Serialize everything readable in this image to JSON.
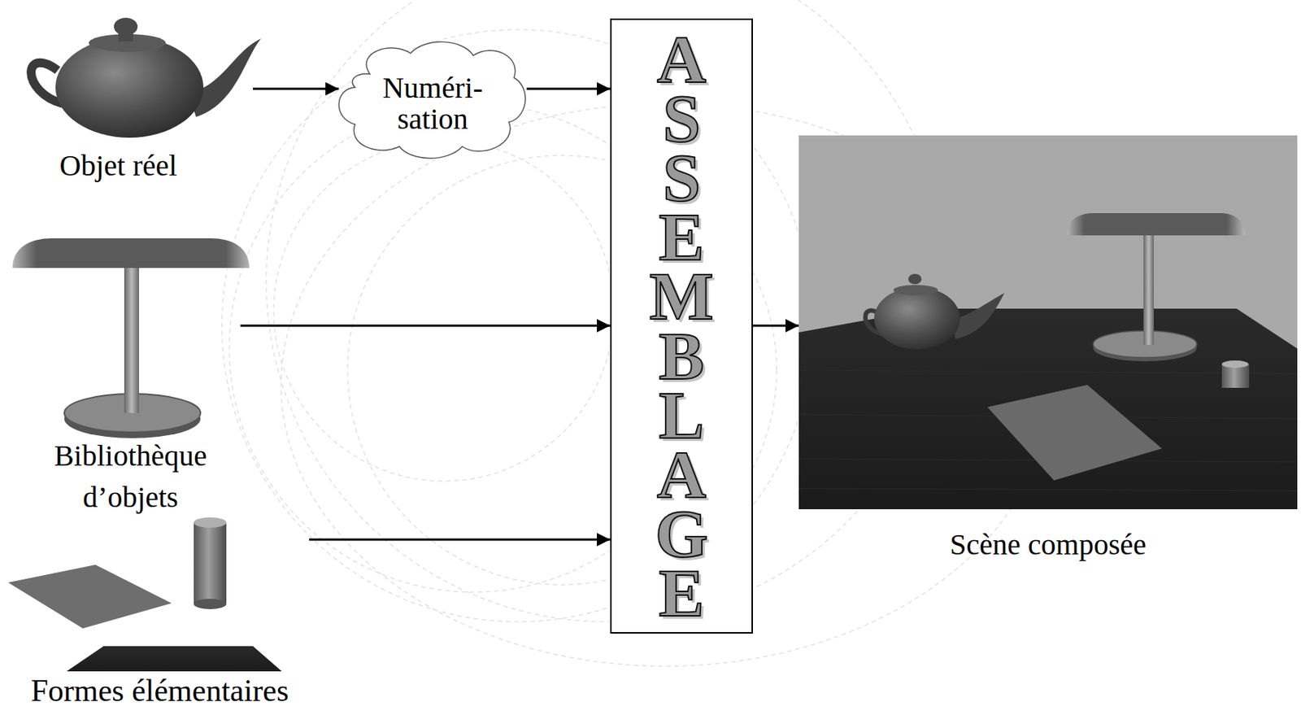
{
  "diagram": {
    "nodes": [
      {
        "text": [
          "Objet réel"
        ]
      },
      {
        "text": [
          "Numéri- sation"
        ]
      },
      {
        "text": [
          "Bibliothèque d’objets"
        ]
      },
      {
        "text": [
          "Formes élémentaires"
        ]
      },
      {
        "text": [
          "ASSEMBLAGE"
        ]
      },
      {
        "text": [
          "Scène composée"
        ]
      }
    ],
    "edges": [
      {
        "from": 0,
        "to": 1,
        "arrow": "to"
      },
      {
        "from": 1,
        "to": 4,
        "arrow": "to"
      },
      {
        "from": 2,
        "to": 4,
        "arrow": "to"
      },
      {
        "from": 3,
        "to": 4,
        "arrow": "to"
      },
      {
        "from": 4,
        "to": 5,
        "arrow": "to"
      }
    ]
  }
}
